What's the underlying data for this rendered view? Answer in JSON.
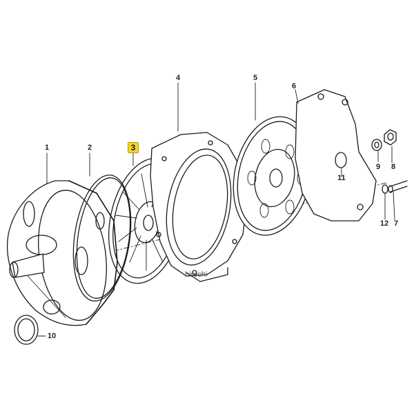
{
  "labels": {
    "p1": "1",
    "p2": "2",
    "p3": "3",
    "p4": "4",
    "p5": "5",
    "p6": "6",
    "p7": "7",
    "p8": "8",
    "p9": "9",
    "p10": "10",
    "p11": "11",
    "p12": "12"
  },
  "watermark": "hirochi",
  "colors": {
    "line": "#1a1a1a",
    "highlight": "#f4d42a",
    "background": "#ffffff"
  }
}
